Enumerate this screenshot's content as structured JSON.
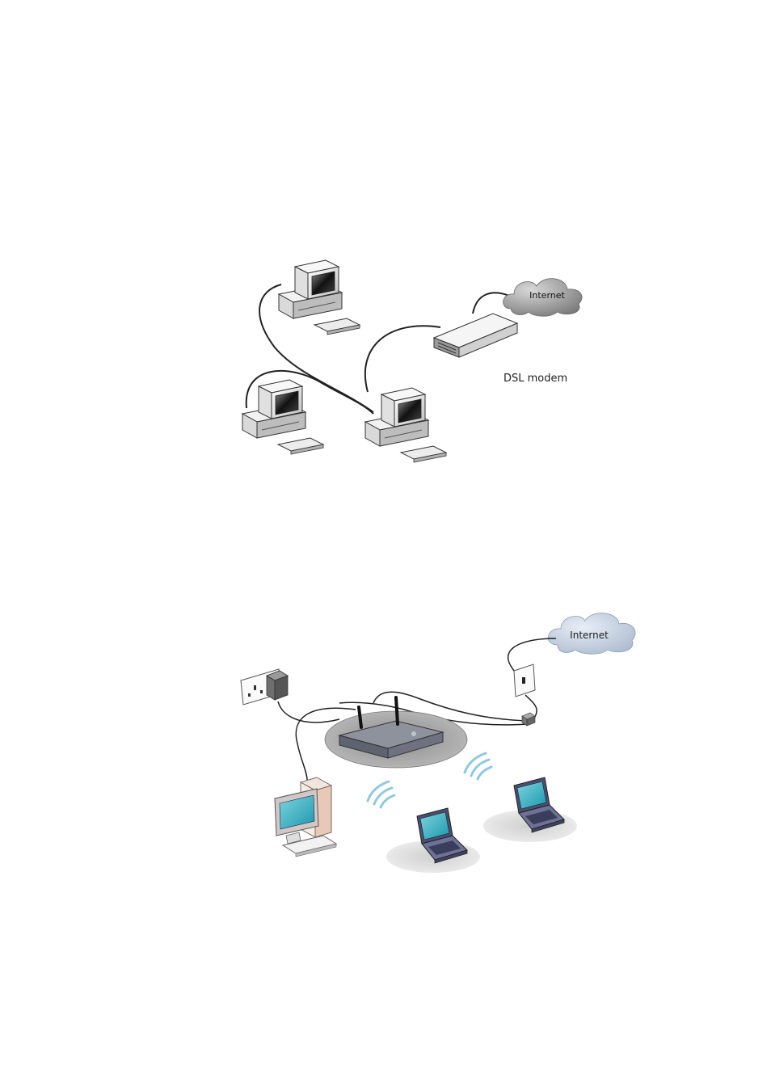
{
  "figure1": {
    "cloud_label": "Internet",
    "modem_label": "DSL modem"
  },
  "figure2": {
    "cloud_label": "Internet"
  },
  "colors": {
    "screen_teal": "#1aa3b8",
    "cloud_dark": "#8f8f8f",
    "cloud_light": "#c9d6e6",
    "router_shadow": "#a9a9a9",
    "laptop_body": "#5a5f82"
  }
}
